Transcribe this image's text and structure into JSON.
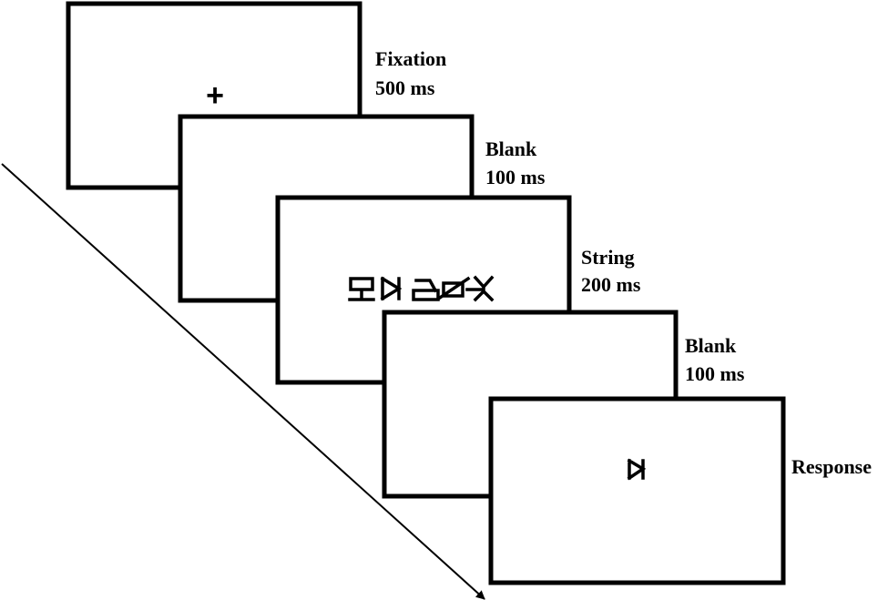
{
  "frames": [
    {
      "name": "Fixation",
      "duration": "500 ms",
      "stimulus": "+"
    },
    {
      "name": "Blank",
      "duration": "100 ms"
    },
    {
      "name": "String",
      "duration": "200 ms"
    },
    {
      "name": "Blank",
      "duration": "100 ms"
    },
    {
      "name": "Response",
      "duration": ""
    }
  ]
}
